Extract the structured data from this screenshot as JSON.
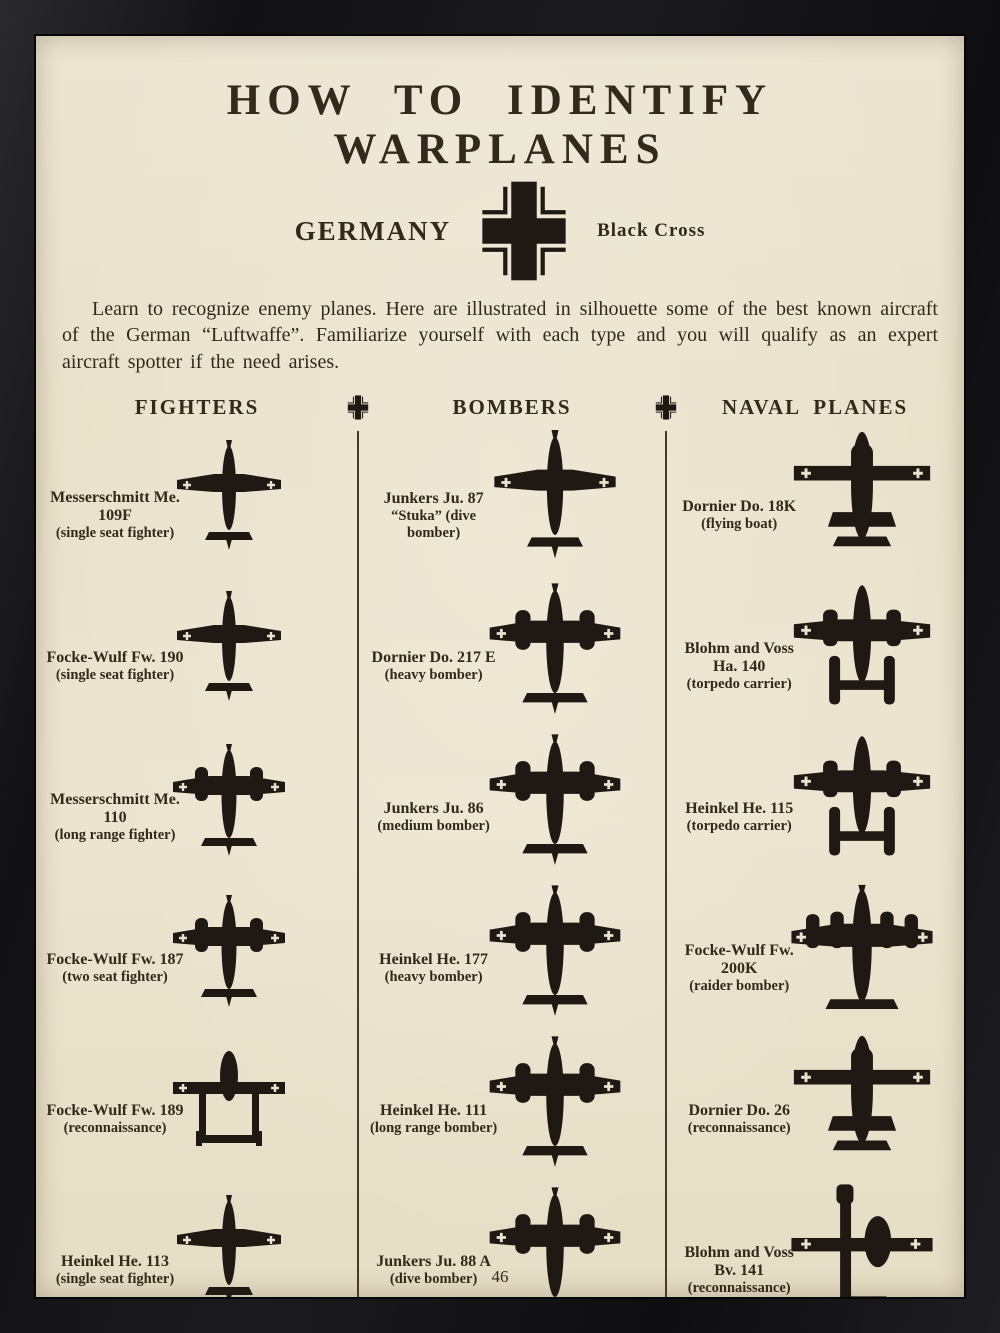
{
  "page": {
    "title": "HOW TO IDENTIFY WARPLANES",
    "country_label": "GERMANY",
    "insignia_label": "Black Cross",
    "insignia_icon": "black-cross",
    "intro": "Learn to recognize enemy planes.  Here are illustrated in silhouette some of the best known aircraft of the German “Luftwaffe”.  Familiarize yourself with each type and you will qualify as an expert aircraft spotter if the need arises.",
    "page_number": "46"
  },
  "colors": {
    "paper": "#ebe3ce",
    "ink": "#34291d",
    "silhouette": "#1f1913",
    "frame": "#141417"
  },
  "columns": [
    {
      "header": "FIGHTERS",
      "planes": [
        {
          "name": "Messerschmitt Me. 109F",
          "sub": "(single seat fighter)",
          "silhouette": "single"
        },
        {
          "name": "Focke-Wulf Fw. 190",
          "sub": "(single seat fighter)",
          "silhouette": "single"
        },
        {
          "name": "Messerschmitt Me. 110",
          "sub": "(long range fighter)",
          "silhouette": "twin"
        },
        {
          "name": "Focke-Wulf Fw. 187",
          "sub": "(two seat fighter)",
          "silhouette": "twin"
        },
        {
          "name": "Focke-Wulf Fw. 189",
          "sub": "(reconnaissance)",
          "silhouette": "twinboom"
        },
        {
          "name": "Heinkel He. 113",
          "sub": "(single seat fighter)",
          "silhouette": "single"
        }
      ]
    },
    {
      "header": "BOMBERS",
      "planes": [
        {
          "name": "Junkers Ju. 87",
          "sub": "“Stuka” (dive bomber)",
          "silhouette": "single"
        },
        {
          "name": "Dornier Do. 217 E",
          "sub": "(heavy bomber)",
          "silhouette": "twin"
        },
        {
          "name": "Junkers Ju. 86",
          "sub": "(medium bomber)",
          "silhouette": "twin"
        },
        {
          "name": "Heinkel He. 177",
          "sub": "(heavy bomber)",
          "silhouette": "twin"
        },
        {
          "name": "Heinkel He. 111",
          "sub": "(long range bomber)",
          "silhouette": "twin"
        },
        {
          "name": "Junkers Ju. 88 A",
          "sub": "(dive bomber)",
          "silhouette": "twin"
        }
      ]
    },
    {
      "header": "NAVAL PLANES",
      "planes": [
        {
          "name": "Dornier Do. 18K",
          "sub": "(flying boat)",
          "silhouette": "flyingboat"
        },
        {
          "name": "Blohm and Voss Ha. 140",
          "sub": "(torpedo carrier)",
          "silhouette": "floatplane"
        },
        {
          "name": "Heinkel He. 115",
          "sub": "(torpedo carrier)",
          "silhouette": "floatplane"
        },
        {
          "name": "Focke-Wulf Fw. 200K",
          "sub": "(raider bomber)",
          "silhouette": "four"
        },
        {
          "name": "Dornier Do. 26",
          "sub": "(reconnaissance)",
          "silhouette": "flyingboat"
        },
        {
          "name": "Blohm and Voss Bv. 141",
          "sub": "(reconnaissance)",
          "silhouette": "asymmetric"
        }
      ]
    }
  ]
}
